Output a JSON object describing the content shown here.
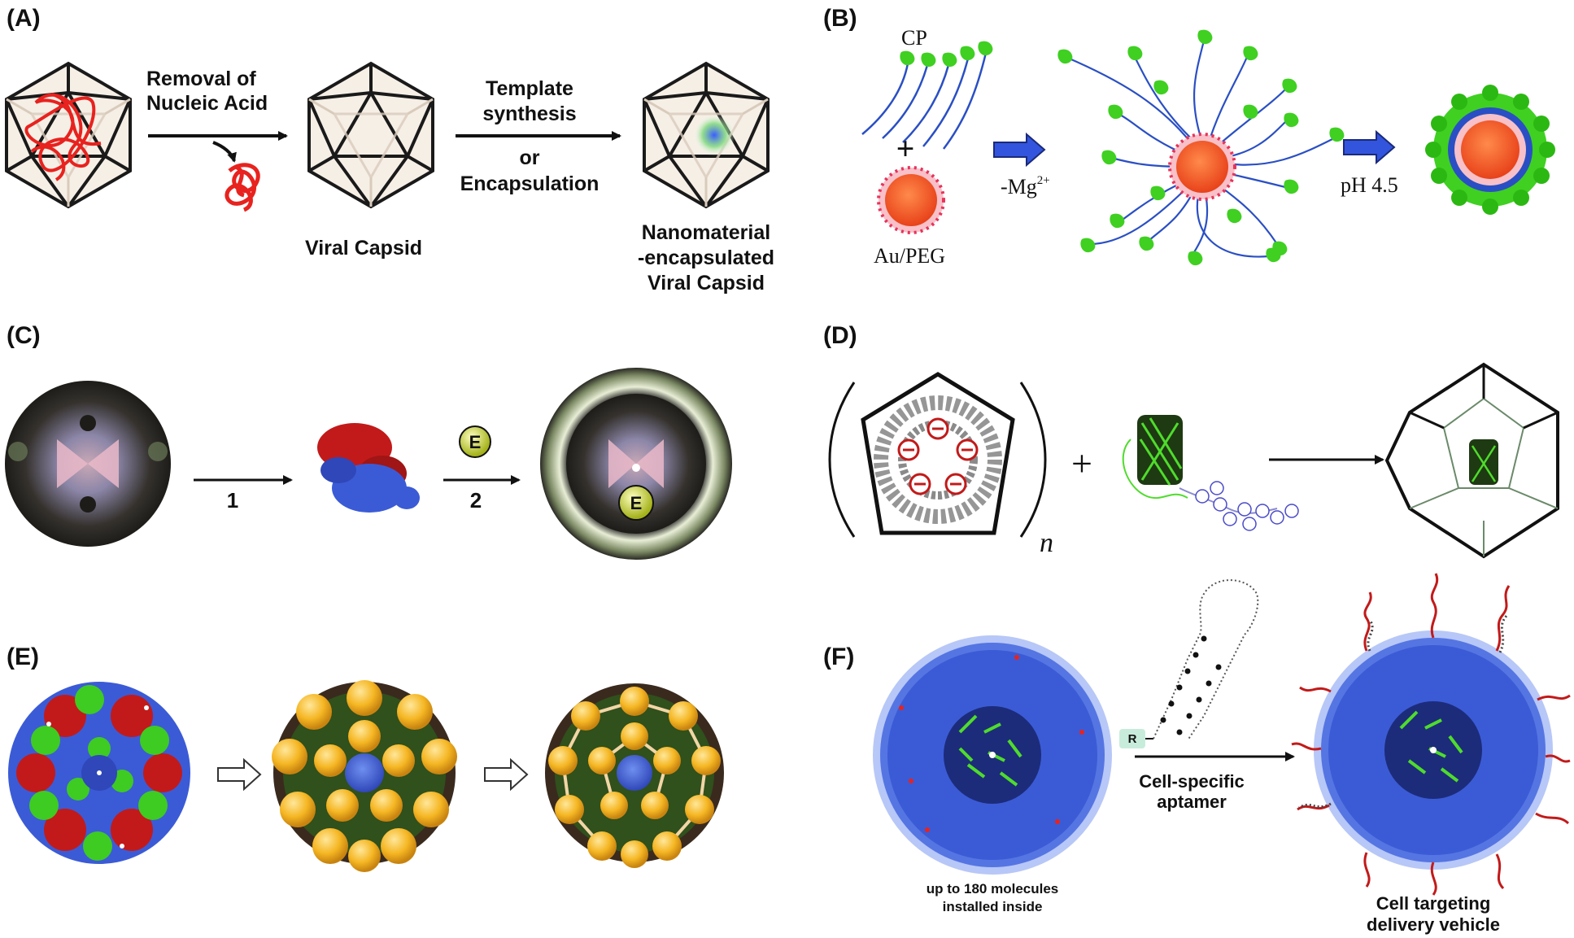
{
  "panels": {
    "a": {
      "letter": "(A)",
      "step1": [
        "Removal of",
        "Nucleic Acid"
      ],
      "step2": [
        "Template",
        "synthesis",
        "or",
        "Encapsulation"
      ],
      "capsid_label": "Viral Capsid",
      "result_label": [
        "Nanomaterial",
        "-encapsulated",
        "Viral Capsid"
      ]
    },
    "b": {
      "letter": "(B)",
      "cp": "CP",
      "plus": "+",
      "au_peg": "Au/PEG",
      "mg": "-Mg",
      "mg_sup": "2+",
      "ph": "pH 4.5"
    },
    "c": {
      "letter": "(C)",
      "step1": "1",
      "step2": "2",
      "enzyme": "E"
    },
    "d": {
      "letter": "(D)",
      "n": "n",
      "plus": "+"
    },
    "e": {
      "letter": "(E)"
    },
    "f": {
      "letter": "(F)",
      "inside_label": [
        "up to 180 molecules",
        "installed inside"
      ],
      "aptamer_label": [
        "Cell-specific",
        "aptamer"
      ],
      "r_label": "R",
      "result_label": [
        "Cell targeting",
        "delivery vehicle"
      ]
    }
  },
  "colors": {
    "capsid_edge": "#1a1a1a",
    "nucleic_acid": "#e8221e",
    "cp_head": "#33cc1a",
    "cp_tail": "#2a4fc4",
    "gold": "#f05a22",
    "arrow_blue": "#3355dd",
    "sphere_gold": "#f5b623",
    "protein_blue": "#3b5bd6",
    "protein_green": "#3ecb22",
    "protein_red": "#c21a1a"
  }
}
